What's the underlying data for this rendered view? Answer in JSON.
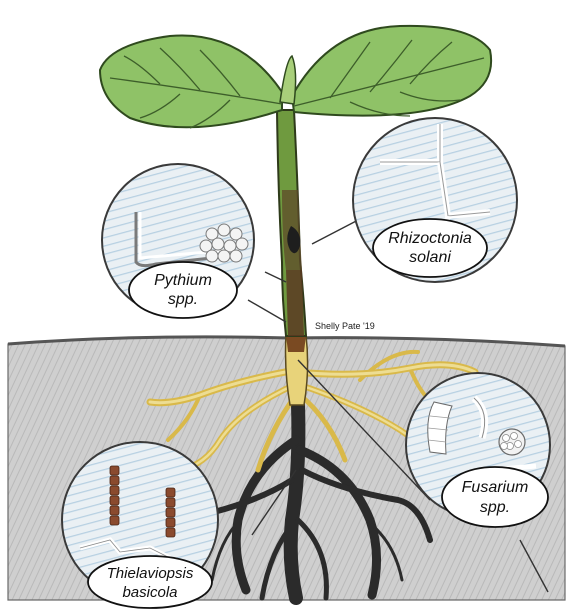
{
  "labels": {
    "rhizoctonia_line1": "Rhizoctonia",
    "rhizoctonia_line2": "solani",
    "pythium_line1": "Pythium",
    "pythium_line2": "spp.",
    "fusarium_line1": "Fusarium",
    "fusarium_line2": "spp.",
    "thielaviopsis_line1": "Thielaviopsis",
    "thielaviopsis_line2": "basicola"
  },
  "signature": "Shelly Pate '19",
  "colors": {
    "leaf": "#8fc267",
    "leaf_vein": "#3d5e2a",
    "stem_green": "#6f9a3f",
    "stem_brown": "#5a3a22",
    "soil": "#c9c9c9",
    "root_yellow": "#e6cf66",
    "root_dark": "#2a2a2a",
    "lens_fill": "#e7eef3",
    "lens_blue": "#a8c6dc",
    "rust": "#8a4a2e"
  }
}
